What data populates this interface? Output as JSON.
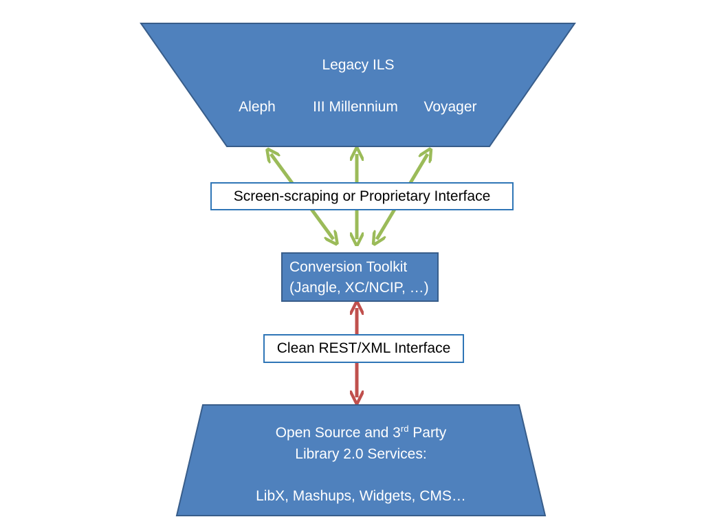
{
  "top_box": {
    "title": "Legacy ILS",
    "systems": [
      "Aleph",
      "III Millennium",
      "Voyager"
    ]
  },
  "top_interface": {
    "label": "Screen-scraping or Proprietary Interface"
  },
  "toolkit": {
    "line1": "Conversion Toolkit",
    "line2": "(Jangle, XC/NCIP, …)"
  },
  "bottom_interface": {
    "label": "Clean REST/XML Interface"
  },
  "bottom_box": {
    "line1_prefix": "Open Source and 3",
    "line1_sup": "rd",
    "line1_suffix": " Party",
    "line2": "Library 2.0 Services:",
    "line3": "LibX, Mashups, Widgets, CMS…"
  },
  "colors": {
    "box_fill": "#4f81bd",
    "box_stroke": "#385d8a",
    "green_arrow": "#9bbb59",
    "red_arrow": "#c0504d",
    "label_border": "#2e75b6"
  }
}
